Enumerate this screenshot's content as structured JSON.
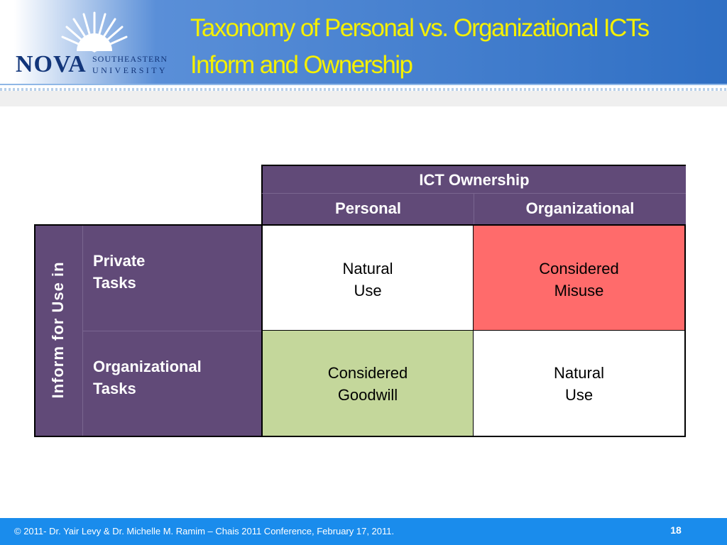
{
  "header": {
    "title_line1": "Taxonomy of Personal vs. Organizational ICTs",
    "title_line2": "Inform and Ownership",
    "logo": {
      "primary": "NOVA",
      "secondary_top": "SOUTHEASTERN",
      "secondary_bottom": "UNIVERSITY",
      "icon": "sunburst-logo-icon"
    }
  },
  "table": {
    "top_header": "ICT Ownership",
    "columns": [
      "Personal",
      "Organizational"
    ],
    "side_header": "Inform for Use in",
    "rows": [
      {
        "label_line1": "Private",
        "label_line2": "Tasks",
        "cells": [
          {
            "line1": "Natural",
            "line2": "Use"
          },
          {
            "line1": "Considered",
            "line2": "Misuse"
          }
        ]
      },
      {
        "label_line1": "Organizational",
        "label_line2": "Tasks",
        "cells": [
          {
            "line1": "Considered",
            "line2": "Goodwill"
          },
          {
            "line1": "Natural",
            "line2": "Use"
          }
        ]
      }
    ],
    "colors": {
      "header_purple": "#614a78",
      "misuse_red": "#ff6b6b",
      "goodwill_green": "#c4d79b",
      "neutral_white": "#ffffff"
    }
  },
  "footer": {
    "text": "© 2011- Dr. Yair Levy & Dr. Michelle M. Ramim  – Chais 2011 Conference, February 17, 2011.",
    "page_number": "18"
  }
}
